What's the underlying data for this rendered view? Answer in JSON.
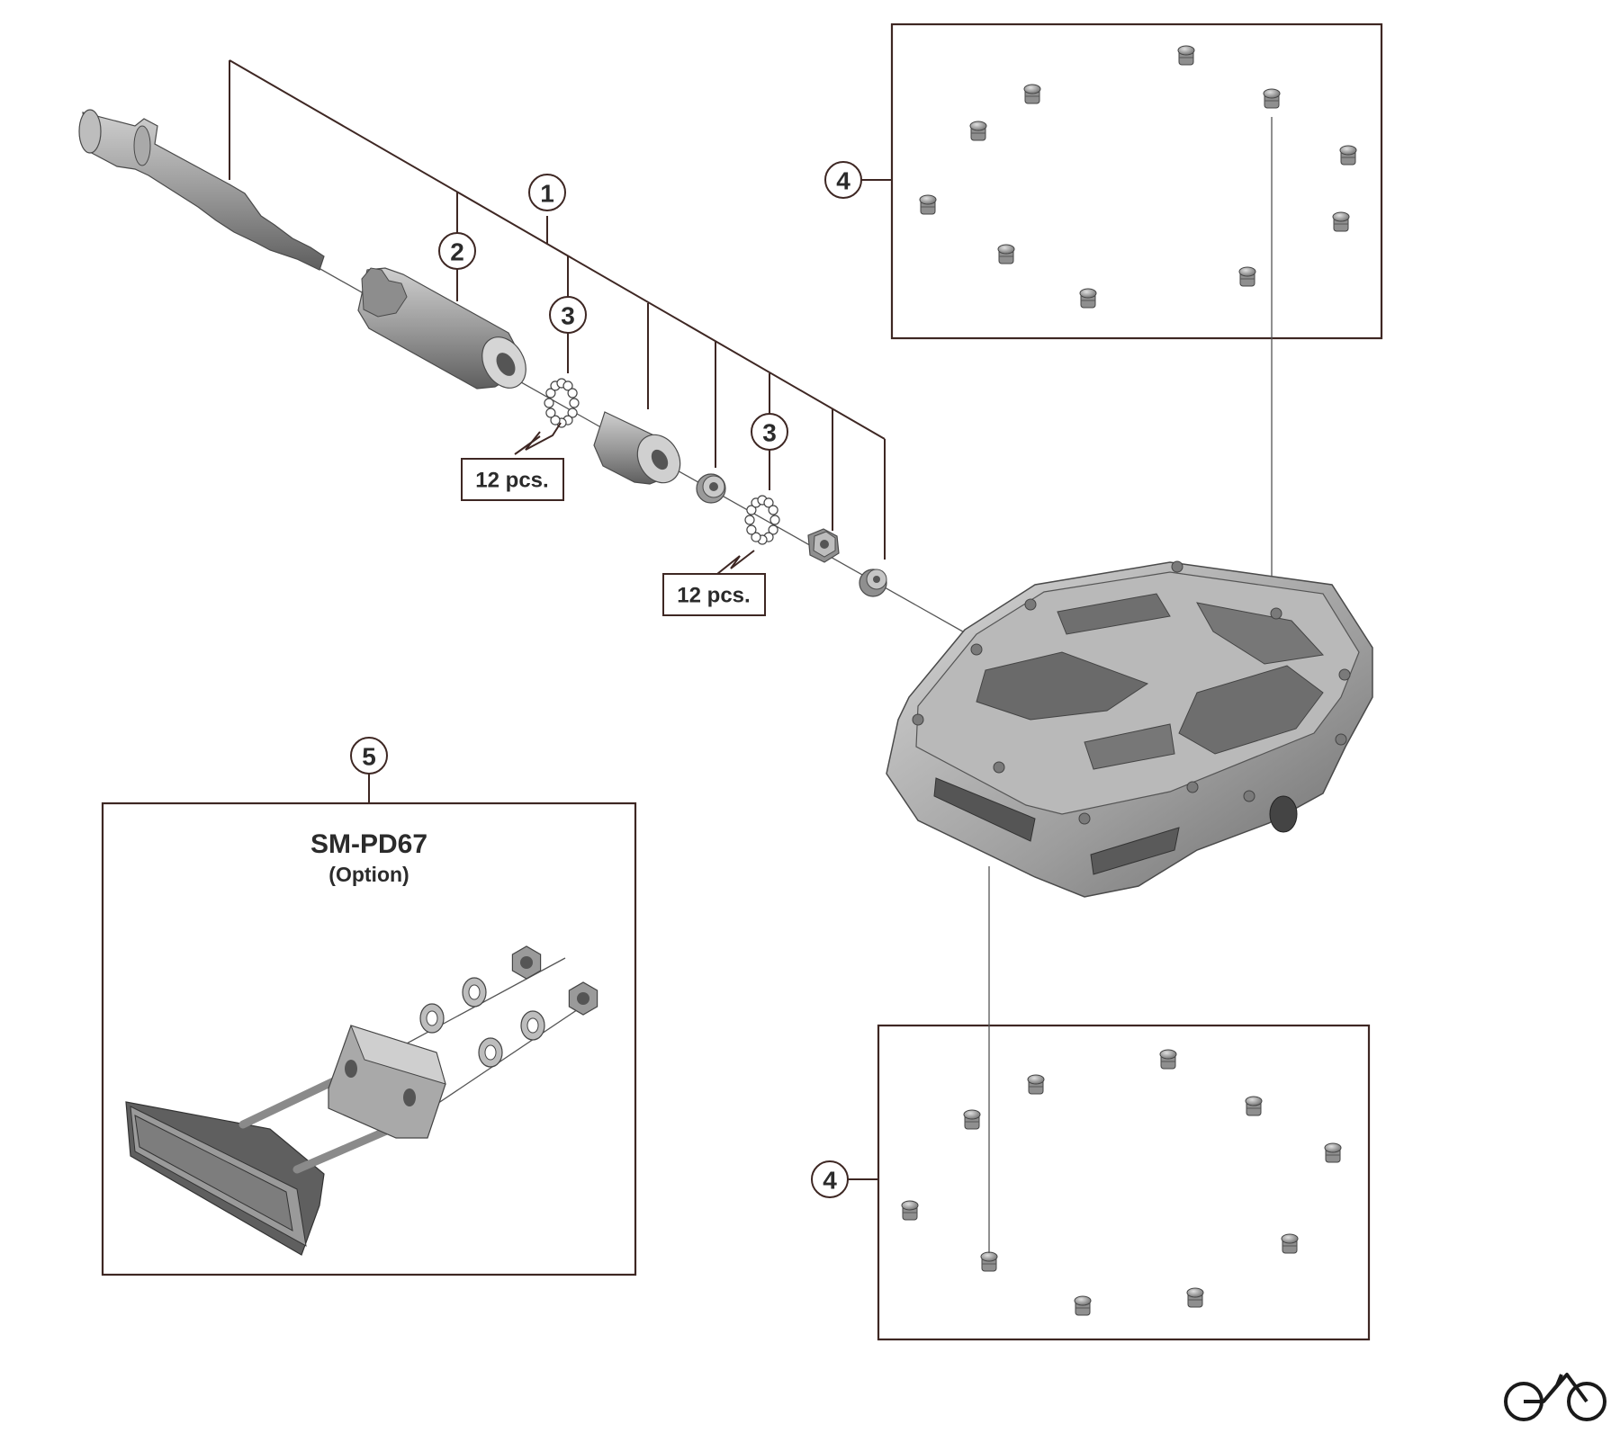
{
  "callouts": {
    "c1": "1",
    "c2": "2",
    "c3a": "3",
    "c3b": "3",
    "c4_top": "4",
    "c4_bottom": "4",
    "c5": "5"
  },
  "quantity_labels": {
    "first": "12 pcs.",
    "second": "12 pcs."
  },
  "option_box": {
    "title": "SM-PD67",
    "subtitle": "(Option)"
  },
  "icons": {
    "bicycle": "bicycle-icon"
  },
  "colors": {
    "line": "#3e2723",
    "part_fill": "#9e9e9e",
    "part_dark": "#6d6d6d",
    "part_light": "#c9c9c9"
  }
}
